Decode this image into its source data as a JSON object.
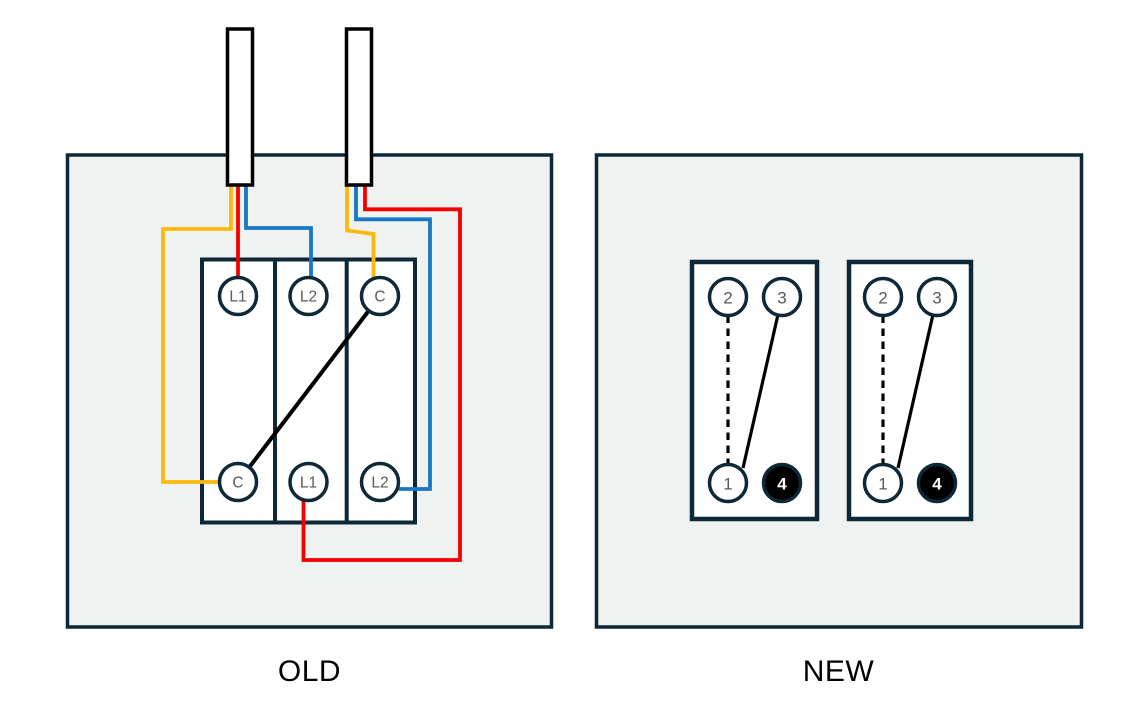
{
  "diagram": {
    "old": {
      "label": "OLD",
      "switch": {
        "top_terminals": [
          "L1",
          "L2",
          "C"
        ],
        "bottom_terminals": [
          "C",
          "L1",
          "L2"
        ]
      }
    },
    "new": {
      "label": "NEW",
      "modules": [
        {
          "terminals": [
            "2",
            "3",
            "1",
            "4"
          ]
        },
        {
          "terminals": [
            "2",
            "3",
            "1",
            "4"
          ]
        }
      ]
    },
    "colors": {
      "outline": "#0d2837",
      "box_fill": "#f0f1f1",
      "plate_fill": "#ffffff",
      "wire_red": "#f50000",
      "wire_blue": "#1779c4",
      "wire_yellow": "#fdb90d",
      "link_black": "#000000",
      "terminal_text": "#5a5a5a",
      "label_text": "#000000"
    }
  }
}
